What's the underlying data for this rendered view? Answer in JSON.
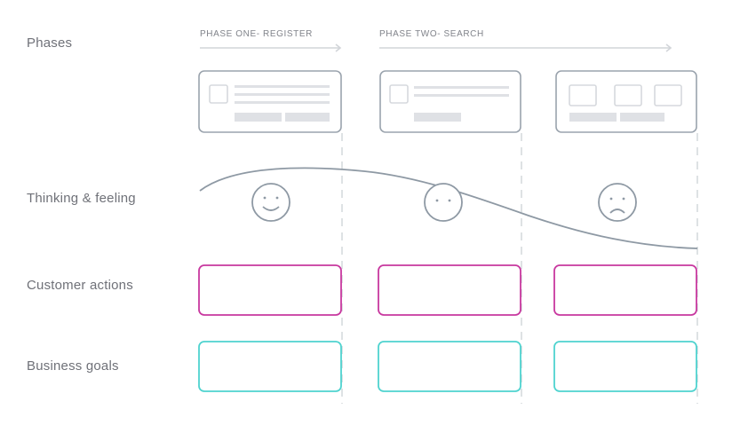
{
  "rows": {
    "phases": "Phases",
    "thinking": "Thinking & feeling",
    "actions": "Customer actions",
    "goals": "Business goals"
  },
  "phases": [
    {
      "label": "PHASE ONE- REGISTER"
    },
    {
      "label": "PHASE TWO- SEARCH"
    }
  ],
  "sentiment": [
    "happy",
    "neutral",
    "sad"
  ],
  "colors": {
    "wireframe": "#9aa3ad",
    "placeholder": "#dfe1e5",
    "curve": "#8e99a4",
    "divider": "#d4d8dc",
    "arrow": "#d2d5d9",
    "actions": "#c8389f",
    "goals": "#4fd3cf",
    "label": "#6f7178"
  }
}
